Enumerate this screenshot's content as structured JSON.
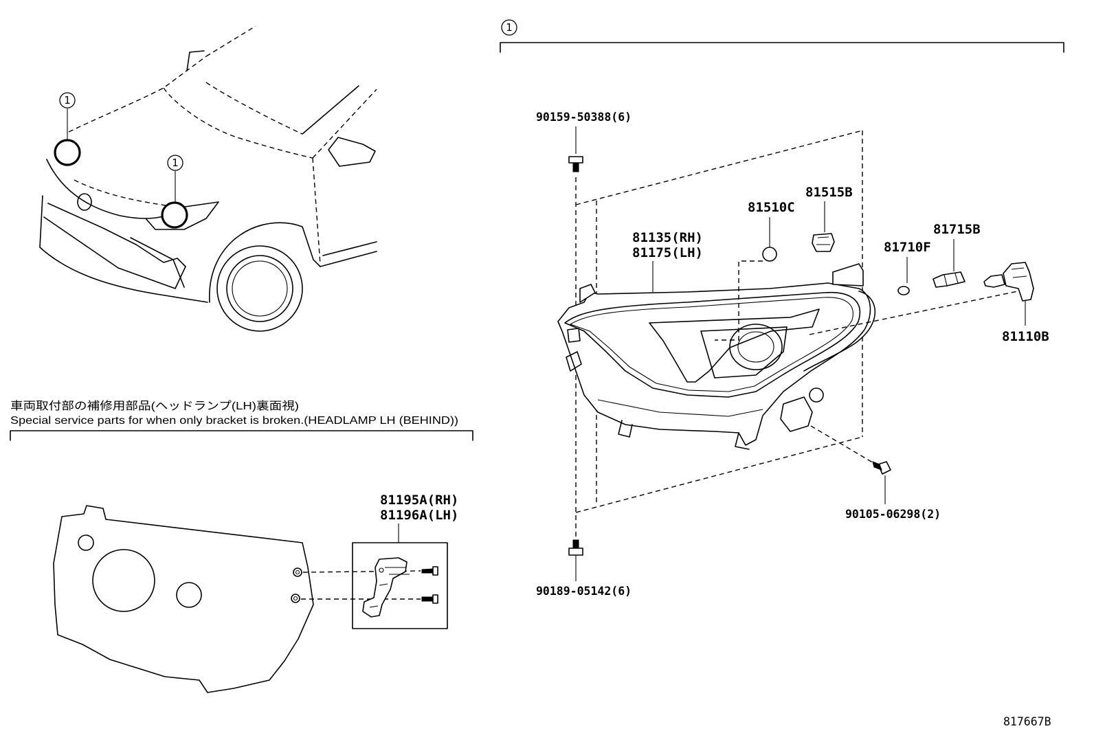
{
  "diagram": {
    "section_ref": "1",
    "car_ref_upper": "1",
    "car_ref_lower": "1"
  },
  "labels": {
    "bolt_top": "90159-50388(6)",
    "socket_81515B": "81515B",
    "bulb_81510C": "81510C",
    "headlamp_rh": "81135(RH)",
    "headlamp_lh": "81175(LH)",
    "socket_81715B": "81715B",
    "bulb_81710F": "81710F",
    "bulb_81110B": "81110B",
    "screw_right": "90105-06298(2)",
    "bolt_bottom": "90189-05142(6)",
    "bracket_rh": "81195A(RH)",
    "bracket_lh": "81196A(LH)"
  },
  "service_note": {
    "ja": "車両取付部の補修用部品(ヘッドランプ(LH)裏面視)",
    "en": "Special service parts for when only bracket is broken.(HEADLAMP LH (BEHIND))"
  },
  "figure_id": "817667B"
}
